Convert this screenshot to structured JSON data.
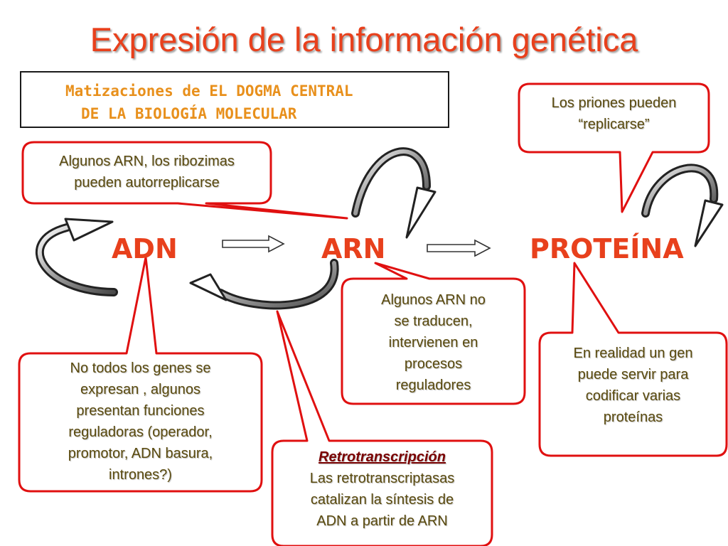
{
  "title": "Expresión de la información genética",
  "subtitle": {
    "line1": "Matizaciones de EL DOGMA CENTRAL",
    "line2": "DE LA BIOLOGÍA MOLECULAR"
  },
  "nodes": {
    "adn": "ADN",
    "arn": "ARN",
    "proteina": "PROTEÍNA"
  },
  "callouts": {
    "ribozimas": {
      "line1": "Algunos ARN, los ribozimas",
      "line2": "pueden autorreplicarse"
    },
    "priones": {
      "line1": "Los priones pueden",
      "line2": "“replicarse”"
    },
    "arn_no_traducen": {
      "line1": "Algunos ARN no",
      "line2": "se traducen,",
      "line3": "intervienen en",
      "line4": "procesos",
      "line5": "reguladores"
    },
    "genes": {
      "line1": "No todos los genes se",
      "line2": "expresan , algunos",
      "line3": "presentan funciones",
      "line4": "reguladoras (operador,",
      "line5": "promotor, ADN basura,",
      "line6": "intrones?)"
    },
    "retro": {
      "heading": "Retrotranscripción",
      "line1": "Las retrotranscriptasas",
      "line2": "catalizan la síntesis de",
      "line3": "ADN a partir de ARN"
    },
    "gen_varias": {
      "line1": "En realidad  un gen",
      "line2": "puede servir para",
      "line3": "codificar varias",
      "line4": "proteínas"
    }
  },
  "colors": {
    "title": "#e8401c",
    "node": "#e8401c",
    "subtitle": "#e8901c",
    "callout_border": "#e01010",
    "callout_text": "#5a4a0e"
  }
}
